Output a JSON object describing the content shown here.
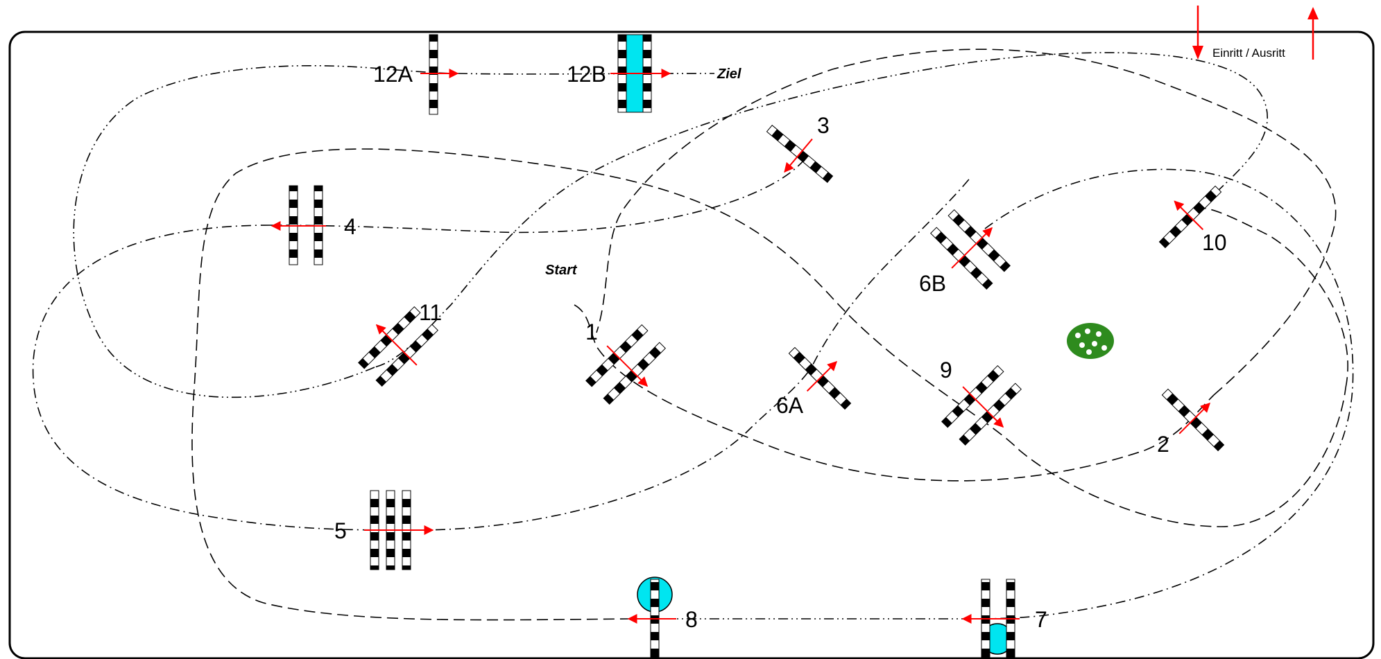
{
  "entry_label": "Einritt / Ausritt",
  "start_label": "Start",
  "finish_label": "Ziel",
  "obstacles": [
    {
      "id": "o1",
      "label": "1"
    },
    {
      "id": "o2",
      "label": "2"
    },
    {
      "id": "o3",
      "label": "3"
    },
    {
      "id": "o4",
      "label": "4"
    },
    {
      "id": "o5",
      "label": "5"
    },
    {
      "id": "o6a",
      "label": "6A"
    },
    {
      "id": "o6b",
      "label": "6B"
    },
    {
      "id": "o7",
      "label": "7"
    },
    {
      "id": "o8",
      "label": "8"
    },
    {
      "id": "o9",
      "label": "9"
    },
    {
      "id": "o10",
      "label": "10"
    },
    {
      "id": "o11",
      "label": "11"
    },
    {
      "id": "o12a",
      "label": "12A"
    },
    {
      "id": "o12b",
      "label": "12B"
    }
  ],
  "colors": {
    "direction_arrow": "#ff0000",
    "water": "#00e5f0",
    "hedge": "#2e8b1e",
    "pole_dark": "#000000",
    "pole_light": "#ffffff"
  }
}
